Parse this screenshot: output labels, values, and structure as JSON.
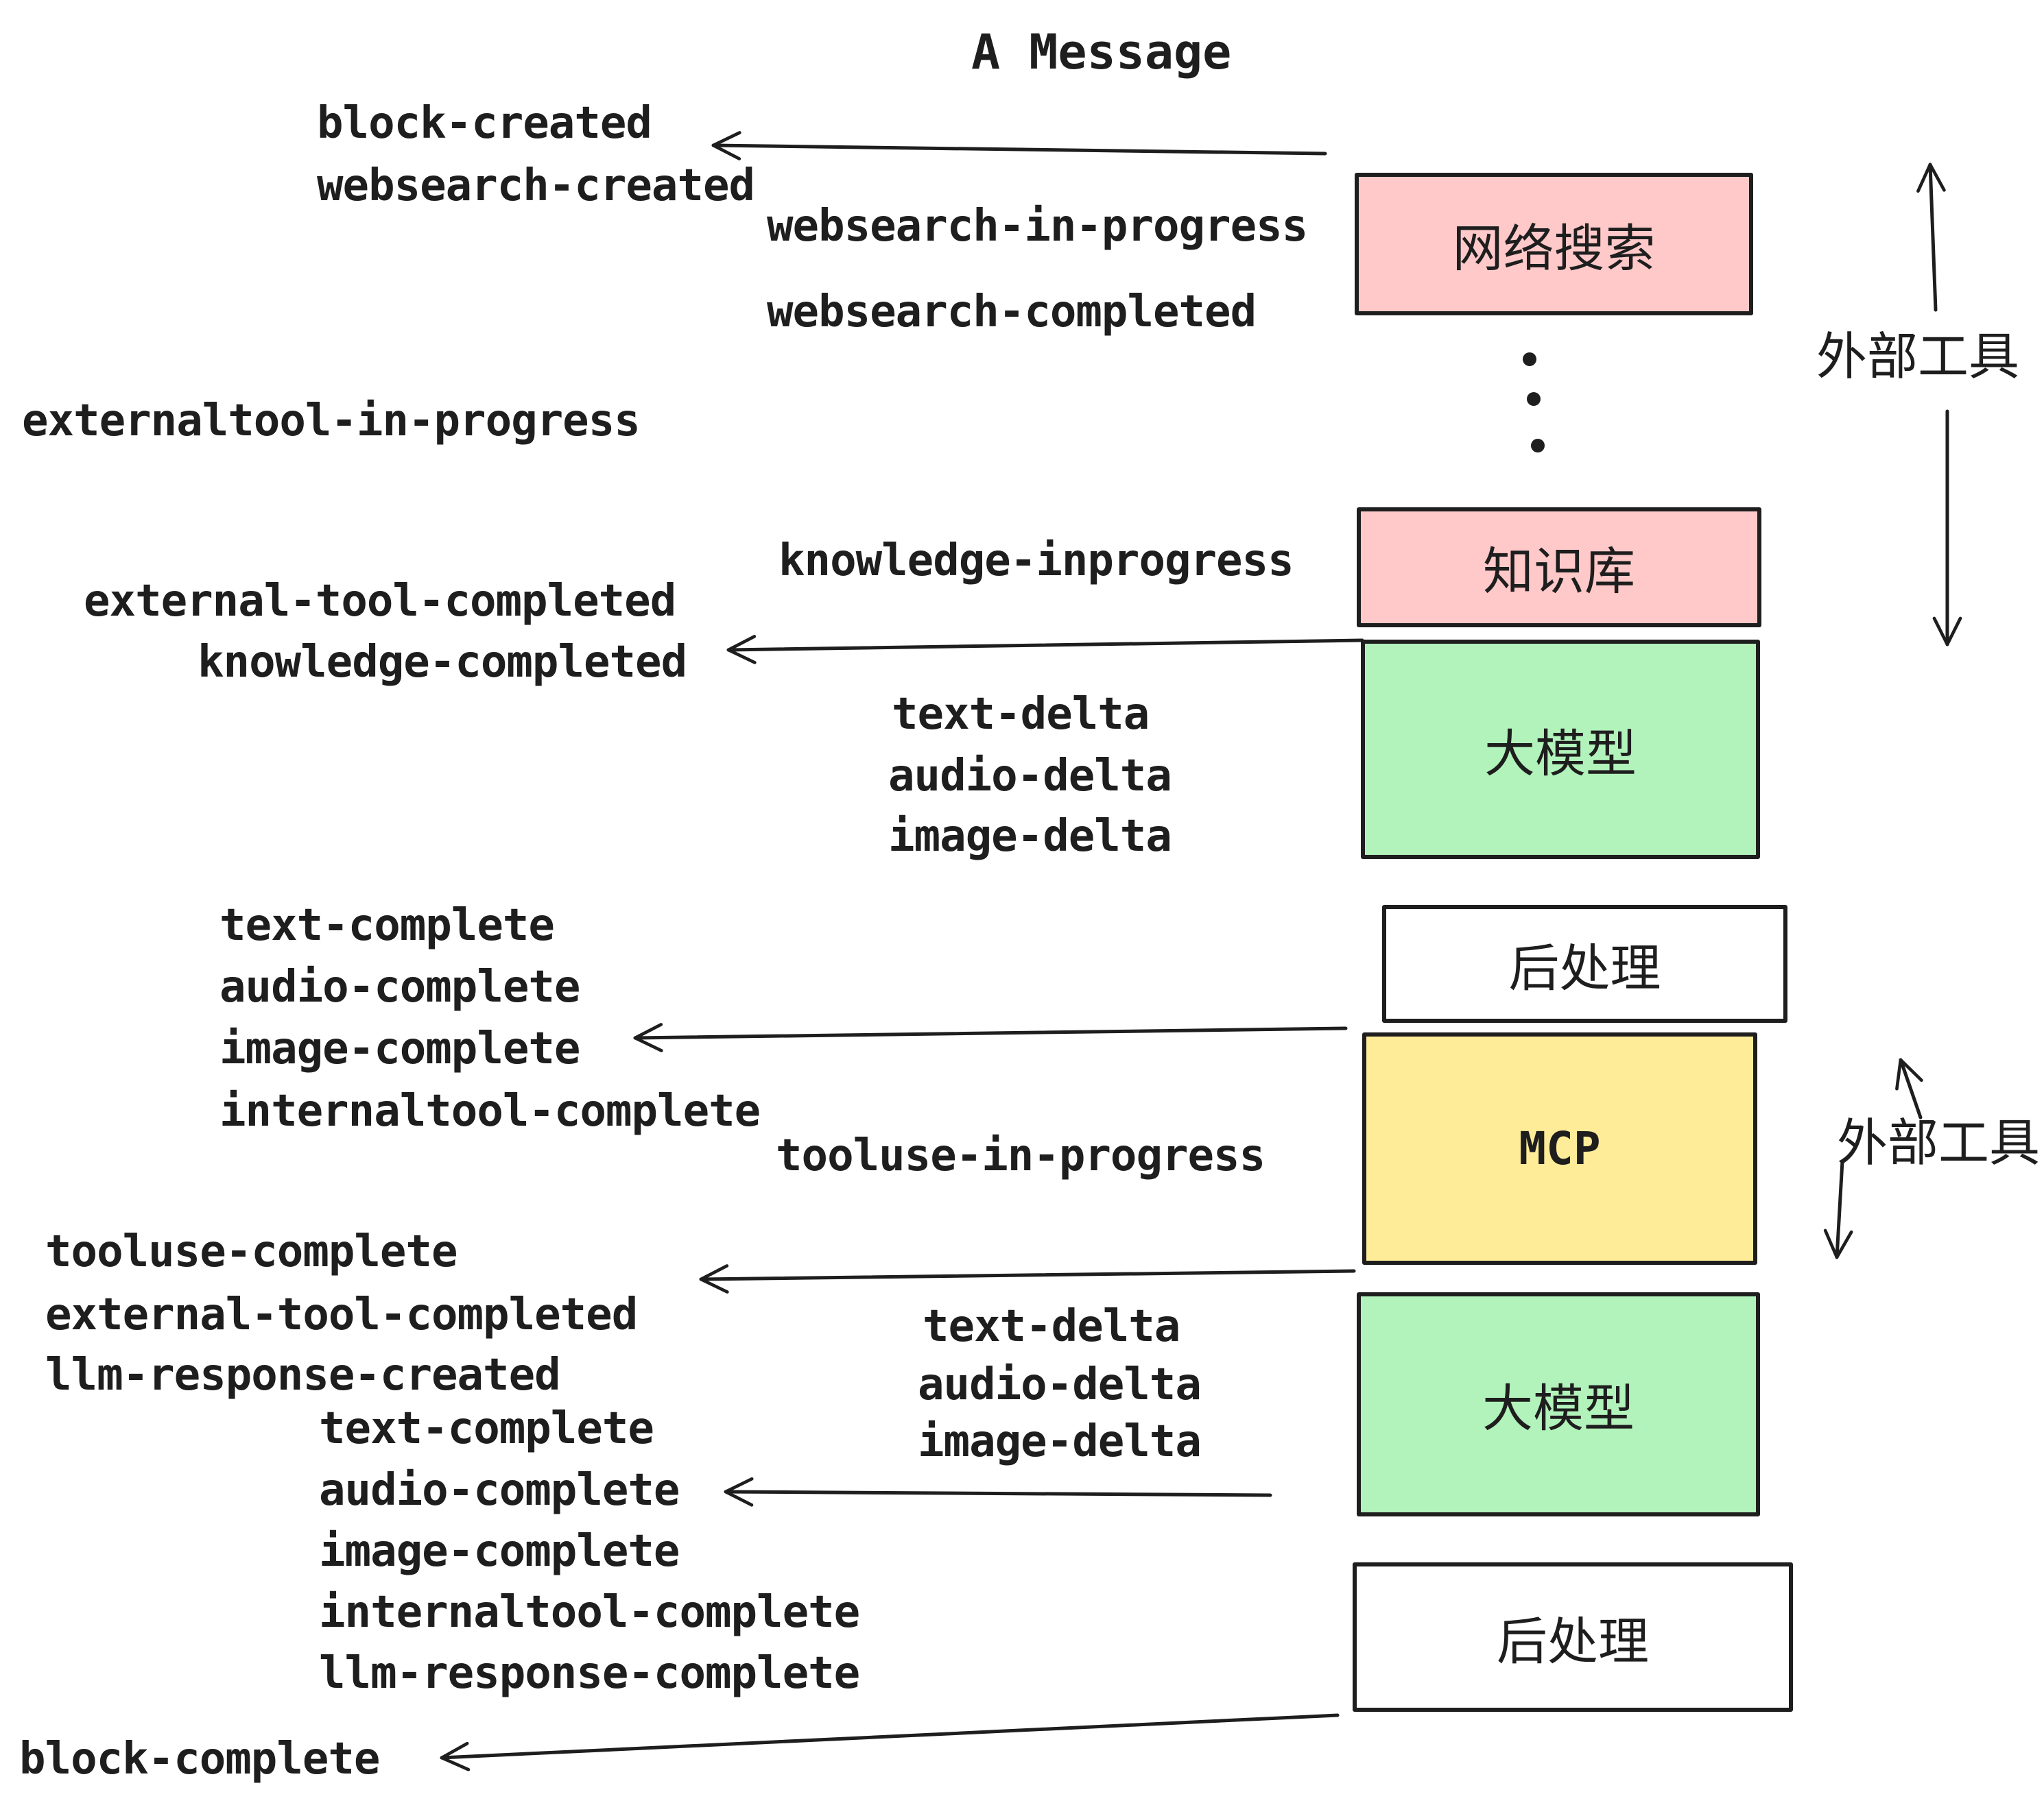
{
  "title": "A Message",
  "colors": {
    "pink": "#ffc9c9",
    "green": "#b2f2bb",
    "yellow": "#ffec99",
    "stroke": "#1e1e1e",
    "background": "#ffffff"
  },
  "boxes": [
    {
      "label": "网络搜索"
    },
    {
      "label": "知识库"
    },
    {
      "label": "大模型"
    },
    {
      "label": "后处理"
    },
    {
      "label": "MCP"
    },
    {
      "label": "大模型"
    },
    {
      "label": "后处理"
    }
  ],
  "side_labels": {
    "top": "外部工具",
    "bottom": "外部工具"
  },
  "events": [
    {
      "text": "block-created"
    },
    {
      "text": "websearch-created"
    },
    {
      "text": "websearch-in-progress"
    },
    {
      "text": "websearch-completed"
    },
    {
      "text": "externaltool-in-progress"
    },
    {
      "text": "knowledge-inprogress"
    },
    {
      "text": "external-tool-completed"
    },
    {
      "text": "knowledge-completed"
    },
    {
      "text": "text-delta"
    },
    {
      "text": "audio-delta"
    },
    {
      "text": "image-delta"
    },
    {
      "text": "text-complete"
    },
    {
      "text": "audio-complete"
    },
    {
      "text": "image-complete"
    },
    {
      "text": "internaltool-complete"
    },
    {
      "text": "tooluse-in-progress"
    },
    {
      "text": "tooluse-complete"
    },
    {
      "text": "external-tool-completed"
    },
    {
      "text": "llm-response-created"
    },
    {
      "text": "text-delta"
    },
    {
      "text": "audio-delta"
    },
    {
      "text": "image-delta"
    },
    {
      "text": "text-complete"
    },
    {
      "text": "audio-complete"
    },
    {
      "text": "image-complete"
    },
    {
      "text": "internaltool-complete"
    },
    {
      "text": "llm-response-complete"
    },
    {
      "text": "block-complete"
    }
  ]
}
